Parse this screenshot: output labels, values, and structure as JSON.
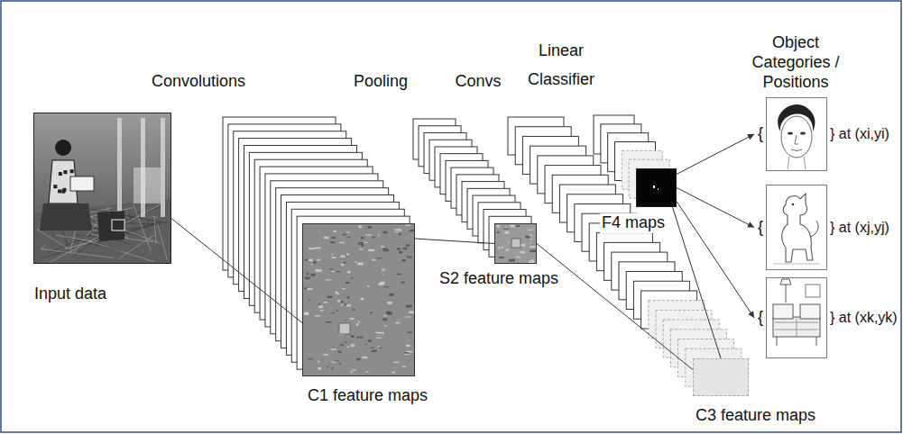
{
  "diagram": {
    "nodes": [
      {
        "text": [
          "Input data"
        ]
      },
      {
        "text": [
          "C1 feature maps"
        ]
      },
      {
        "text": [
          "S2 feature maps"
        ]
      },
      {
        "text": [
          "C3 feature maps"
        ]
      },
      {
        "text": [
          "F4 maps"
        ]
      },
      {
        "text": [
          "{",
          "} at (xi,yi)"
        ]
      },
      {
        "text": [
          "{",
          "} at (xj,yj)"
        ]
      },
      {
        "text": [
          "{",
          "} at (xk,yk)"
        ]
      }
    ],
    "edges": [
      {
        "from": 0,
        "to": 1,
        "arrow": "none"
      },
      {
        "from": 1,
        "to": 2,
        "arrow": "none"
      },
      {
        "from": 2,
        "to": 3,
        "arrow": "none"
      },
      {
        "from": 3,
        "to": 4,
        "arrow": "none"
      },
      {
        "from": 4,
        "to": 5,
        "arrow": "to"
      },
      {
        "from": 4,
        "to": 6,
        "arrow": "to"
      },
      {
        "from": 4,
        "to": 7,
        "arrow": "to"
      }
    ],
    "labels": [
      "Convolutions",
      "Pooling",
      "Convs",
      "Linear Classifier",
      "Object Categories / Positions"
    ]
  }
}
